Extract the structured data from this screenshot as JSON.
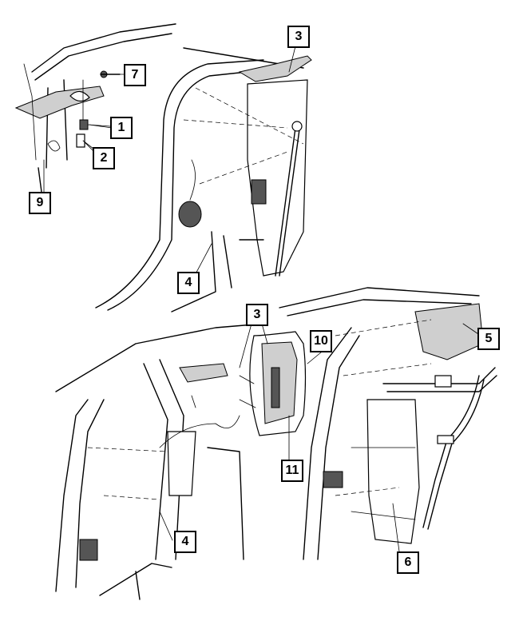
{
  "callouts": {
    "c1": "1",
    "c2": "2",
    "c3a": "3",
    "c3b": "3",
    "c4a": "4",
    "c4b": "4",
    "c5": "5",
    "c6": "6",
    "c7": "7",
    "c9": "9",
    "c10": "10",
    "c11": "11"
  }
}
